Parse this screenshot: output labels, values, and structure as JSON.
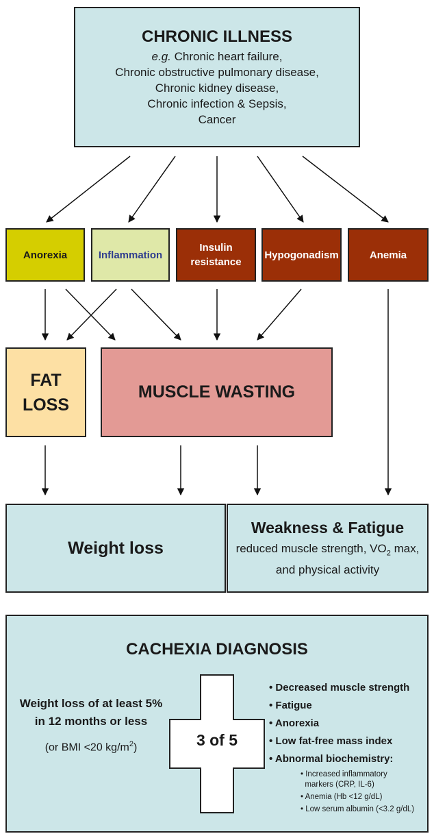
{
  "top": {
    "title": "CHRONIC ILLNESS",
    "eg_prefix": "e.g.",
    "line1": " Chronic heart failure,",
    "line2": "Chronic obstructive pulmonary disease,",
    "line3": "Chronic kidney disease,",
    "line4": "Chronic infection & Sepsis,",
    "line5": "Cancer"
  },
  "factors": {
    "anorexia": "Anorexia",
    "inflammation": "Inflammation",
    "insulin_line1": "Insulin",
    "insulin_line2": "resistance",
    "hypogonadism": "Hypogonadism",
    "anemia": "Anemia"
  },
  "outcomes": {
    "fat_line1": "FAT",
    "fat_line2": "LOSS",
    "muscle": "MUSCLE WASTING"
  },
  "results": {
    "weight_loss": "Weight loss",
    "weakness_title": "Weakness & Fatigue",
    "weakness_line1_a": "reduced muscle strength, VO",
    "weakness_line1_sub": "2",
    "weakness_line1_b": " max,",
    "weakness_line2": "and physical activity"
  },
  "diagnosis": {
    "title": "CACHEXIA DIAGNOSIS",
    "weight_line1": "Weight loss of at least 5%",
    "weight_line2": "in 12 months or less",
    "bmi_a": "(or BMI <20 kg/m",
    "bmi_sup": "2",
    "bmi_b": ")",
    "count_label": "3 of 5",
    "criteria": [
      "Decreased muscle strength",
      "Fatigue",
      "Anorexia",
      "Low fat-free mass index",
      "Abnormal biochemistry:"
    ],
    "sub_line1": "Increased inflammatory",
    "sub_line2": "markers (CRP, IL-6)",
    "sub_anemia": "Anemia (Hb <12 g/dL)",
    "sub_albumin": "Low serum albumin (<3.2 g/dL)"
  }
}
